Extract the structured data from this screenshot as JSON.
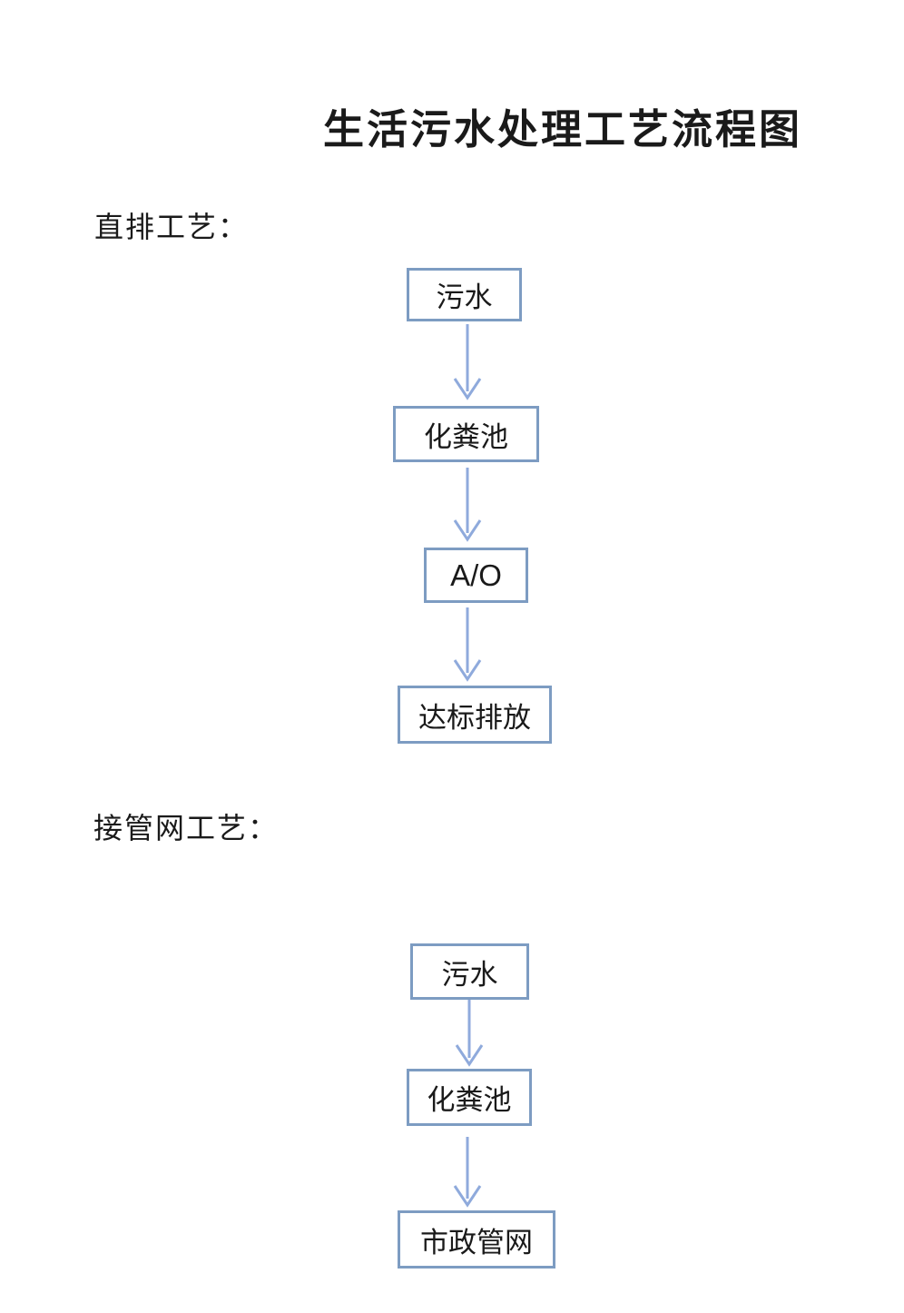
{
  "page": {
    "title": "生活污水处理工艺流程图"
  },
  "sections": [
    {
      "label": "直排工艺：",
      "nodes": [
        "污水",
        "化粪池",
        "A/O",
        "达标排放"
      ]
    },
    {
      "label": "接管网工艺：",
      "nodes": [
        "污水",
        "化粪池",
        "市政管网"
      ]
    }
  ],
  "colors": {
    "box_border": "#7D9CC2",
    "arrow_stroke": "#8FAADC",
    "text_color": "#1A1A1A",
    "page_background": "#FFFFFF"
  }
}
